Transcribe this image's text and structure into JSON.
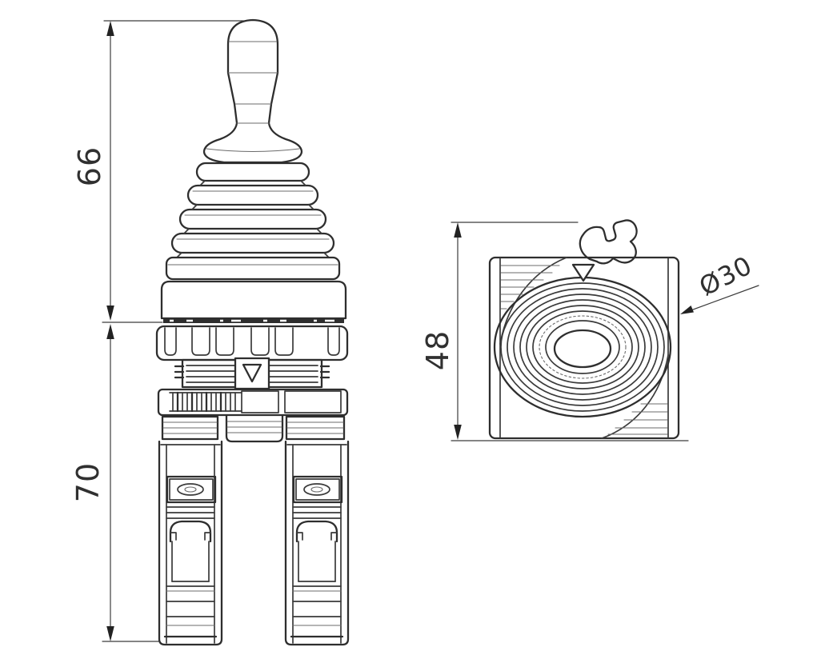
{
  "drawing": {
    "background_color": "#ffffff",
    "line_color": "#2e2e2e"
  },
  "labels": {
    "dim_66": "66",
    "dim_70": "70",
    "dim_48": "48",
    "dia_30": "Ø30"
  }
}
